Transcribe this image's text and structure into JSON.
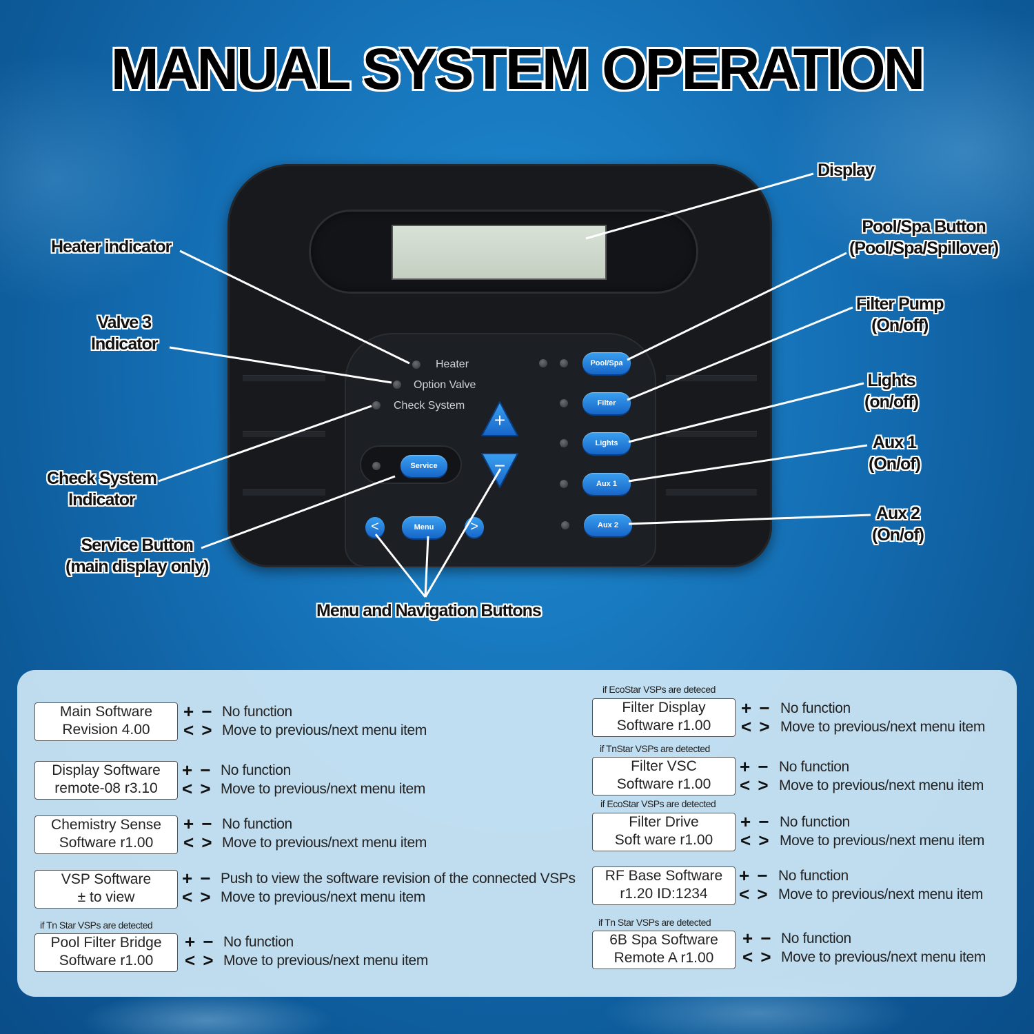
{
  "title": "MANUAL SYSTEM OPERATION",
  "device": {
    "indicators": [
      "Heater",
      "Option Valve",
      "Check System"
    ],
    "buttons": {
      "pool_spa": "Pool/Spa",
      "filter": "Filter",
      "lights": "Lights",
      "aux1": "Aux 1",
      "aux2": "Aux 2",
      "service": "Service",
      "menu": "Menu",
      "plus": "+",
      "minus": "−",
      "left": "<",
      "right": ">"
    }
  },
  "callouts": {
    "display": "Display",
    "pool_spa": [
      "Pool/Spa Button",
      "(Pool/Spa/Spillover)"
    ],
    "filter_pump": [
      "Filter Pump",
      "(On/off)"
    ],
    "lights": [
      "Lights",
      "(on/off)"
    ],
    "aux1": [
      "Aux 1",
      "(On/of)"
    ],
    "aux2": [
      "Aux 2",
      "(On/of)"
    ],
    "heater": "Heater indicator",
    "valve3": [
      "Valve 3",
      "Indicator"
    ],
    "check_system": [
      "Check System",
      "Indicator"
    ],
    "service": [
      "Service Button",
      "(main display only)"
    ],
    "menu_nav": "Menu and Navigation Buttons"
  },
  "symbols": {
    "plus_minus": "+ −",
    "arrows": "< >"
  },
  "left_rows": [
    {
      "note": "",
      "box": [
        "Main Software",
        "Revision 4.00"
      ],
      "plus": "No function",
      "arrows": "Move to previous/next menu item"
    },
    {
      "note": "",
      "box": [
        "Display Software",
        "remote-08 r3.10"
      ],
      "plus": "No function",
      "arrows": "Move to previous/next menu item"
    },
    {
      "note": "",
      "box": [
        "Chemistry Sense",
        "Software r1.00"
      ],
      "plus": "No function",
      "arrows": "Move to previous/next menu item"
    },
    {
      "note": "",
      "box": [
        "VSP Software",
        "± to view"
      ],
      "plus": "Push to view the software revision of the connected VSPs",
      "arrows": "Move to previous/next menu item"
    },
    {
      "note": "if Tn Star VSPs are detected",
      "box": [
        "Pool Filter Bridge",
        "Software r1.00"
      ],
      "plus": "No function",
      "arrows": "Move to previous/next menu item"
    }
  ],
  "right_rows": [
    {
      "note": "if EcoStar VSPs are deteced",
      "box": [
        "Filter Display",
        "Software r1.00"
      ],
      "plus": "No function",
      "arrows": "Move to previous/next menu item"
    },
    {
      "note": "if TnStar VSPs are detected",
      "box": [
        "Filter VSC",
        "Software r1.00"
      ],
      "plus": "No function",
      "arrows": "Move to previous/next menu item"
    },
    {
      "note": "if EcoStar VSPs are detected",
      "box": [
        "Filter Drive",
        "Soft ware r1.00"
      ],
      "plus": "No function",
      "arrows": "Move to previous/next menu item"
    },
    {
      "note": "",
      "box": [
        "RF Base Software",
        "r1.20  ID:1234"
      ],
      "plus": "No function",
      "arrows": "Move to previous/next menu item"
    },
    {
      "note": "if Tn Star VSPs are detected",
      "box": [
        "6B Spa Software",
        "Remote A r1.00"
      ],
      "plus": "No function",
      "arrows": "Move to previous/next menu item"
    }
  ]
}
